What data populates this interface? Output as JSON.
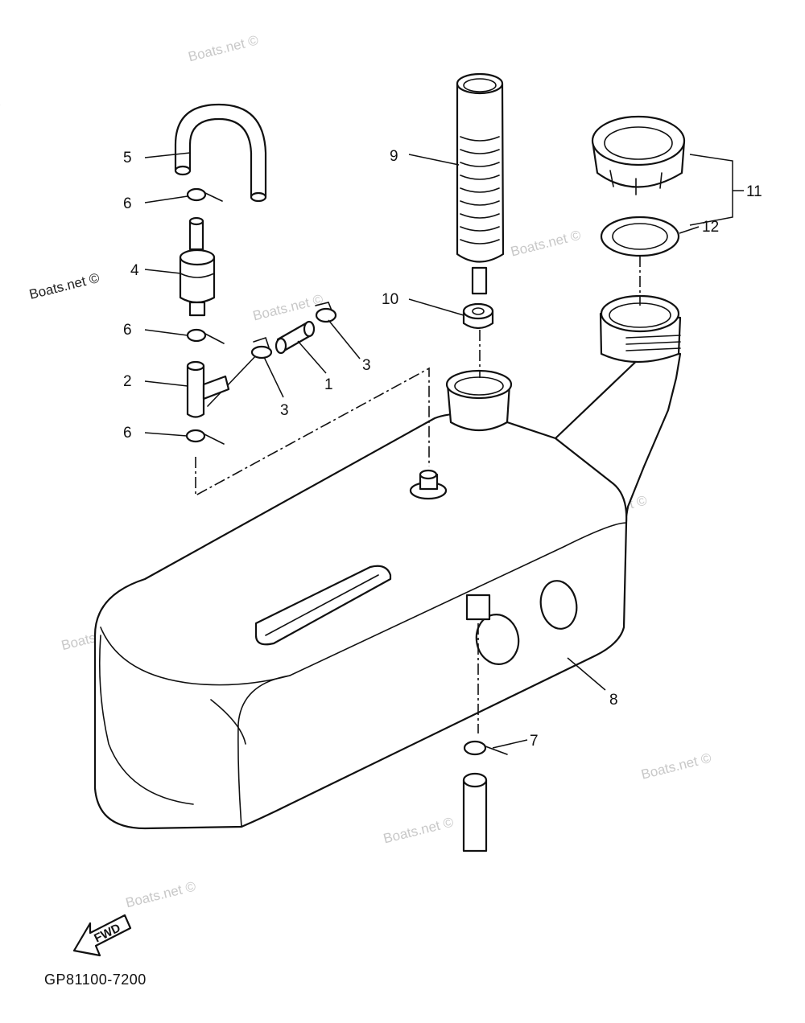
{
  "watermark": "Boats.net ©",
  "figure_code": "GP81100-7200",
  "fwd_label": "FWD",
  "callouts": {
    "c1": "1",
    "c2": "2",
    "c3a": "3",
    "c3b": "3",
    "c4": "4",
    "c5": "5",
    "c6a": "6",
    "c6b": "6",
    "c6c": "6",
    "c7": "7",
    "c8": "8",
    "c9": "9",
    "c10": "10",
    "c11": "11",
    "c12": "12"
  }
}
